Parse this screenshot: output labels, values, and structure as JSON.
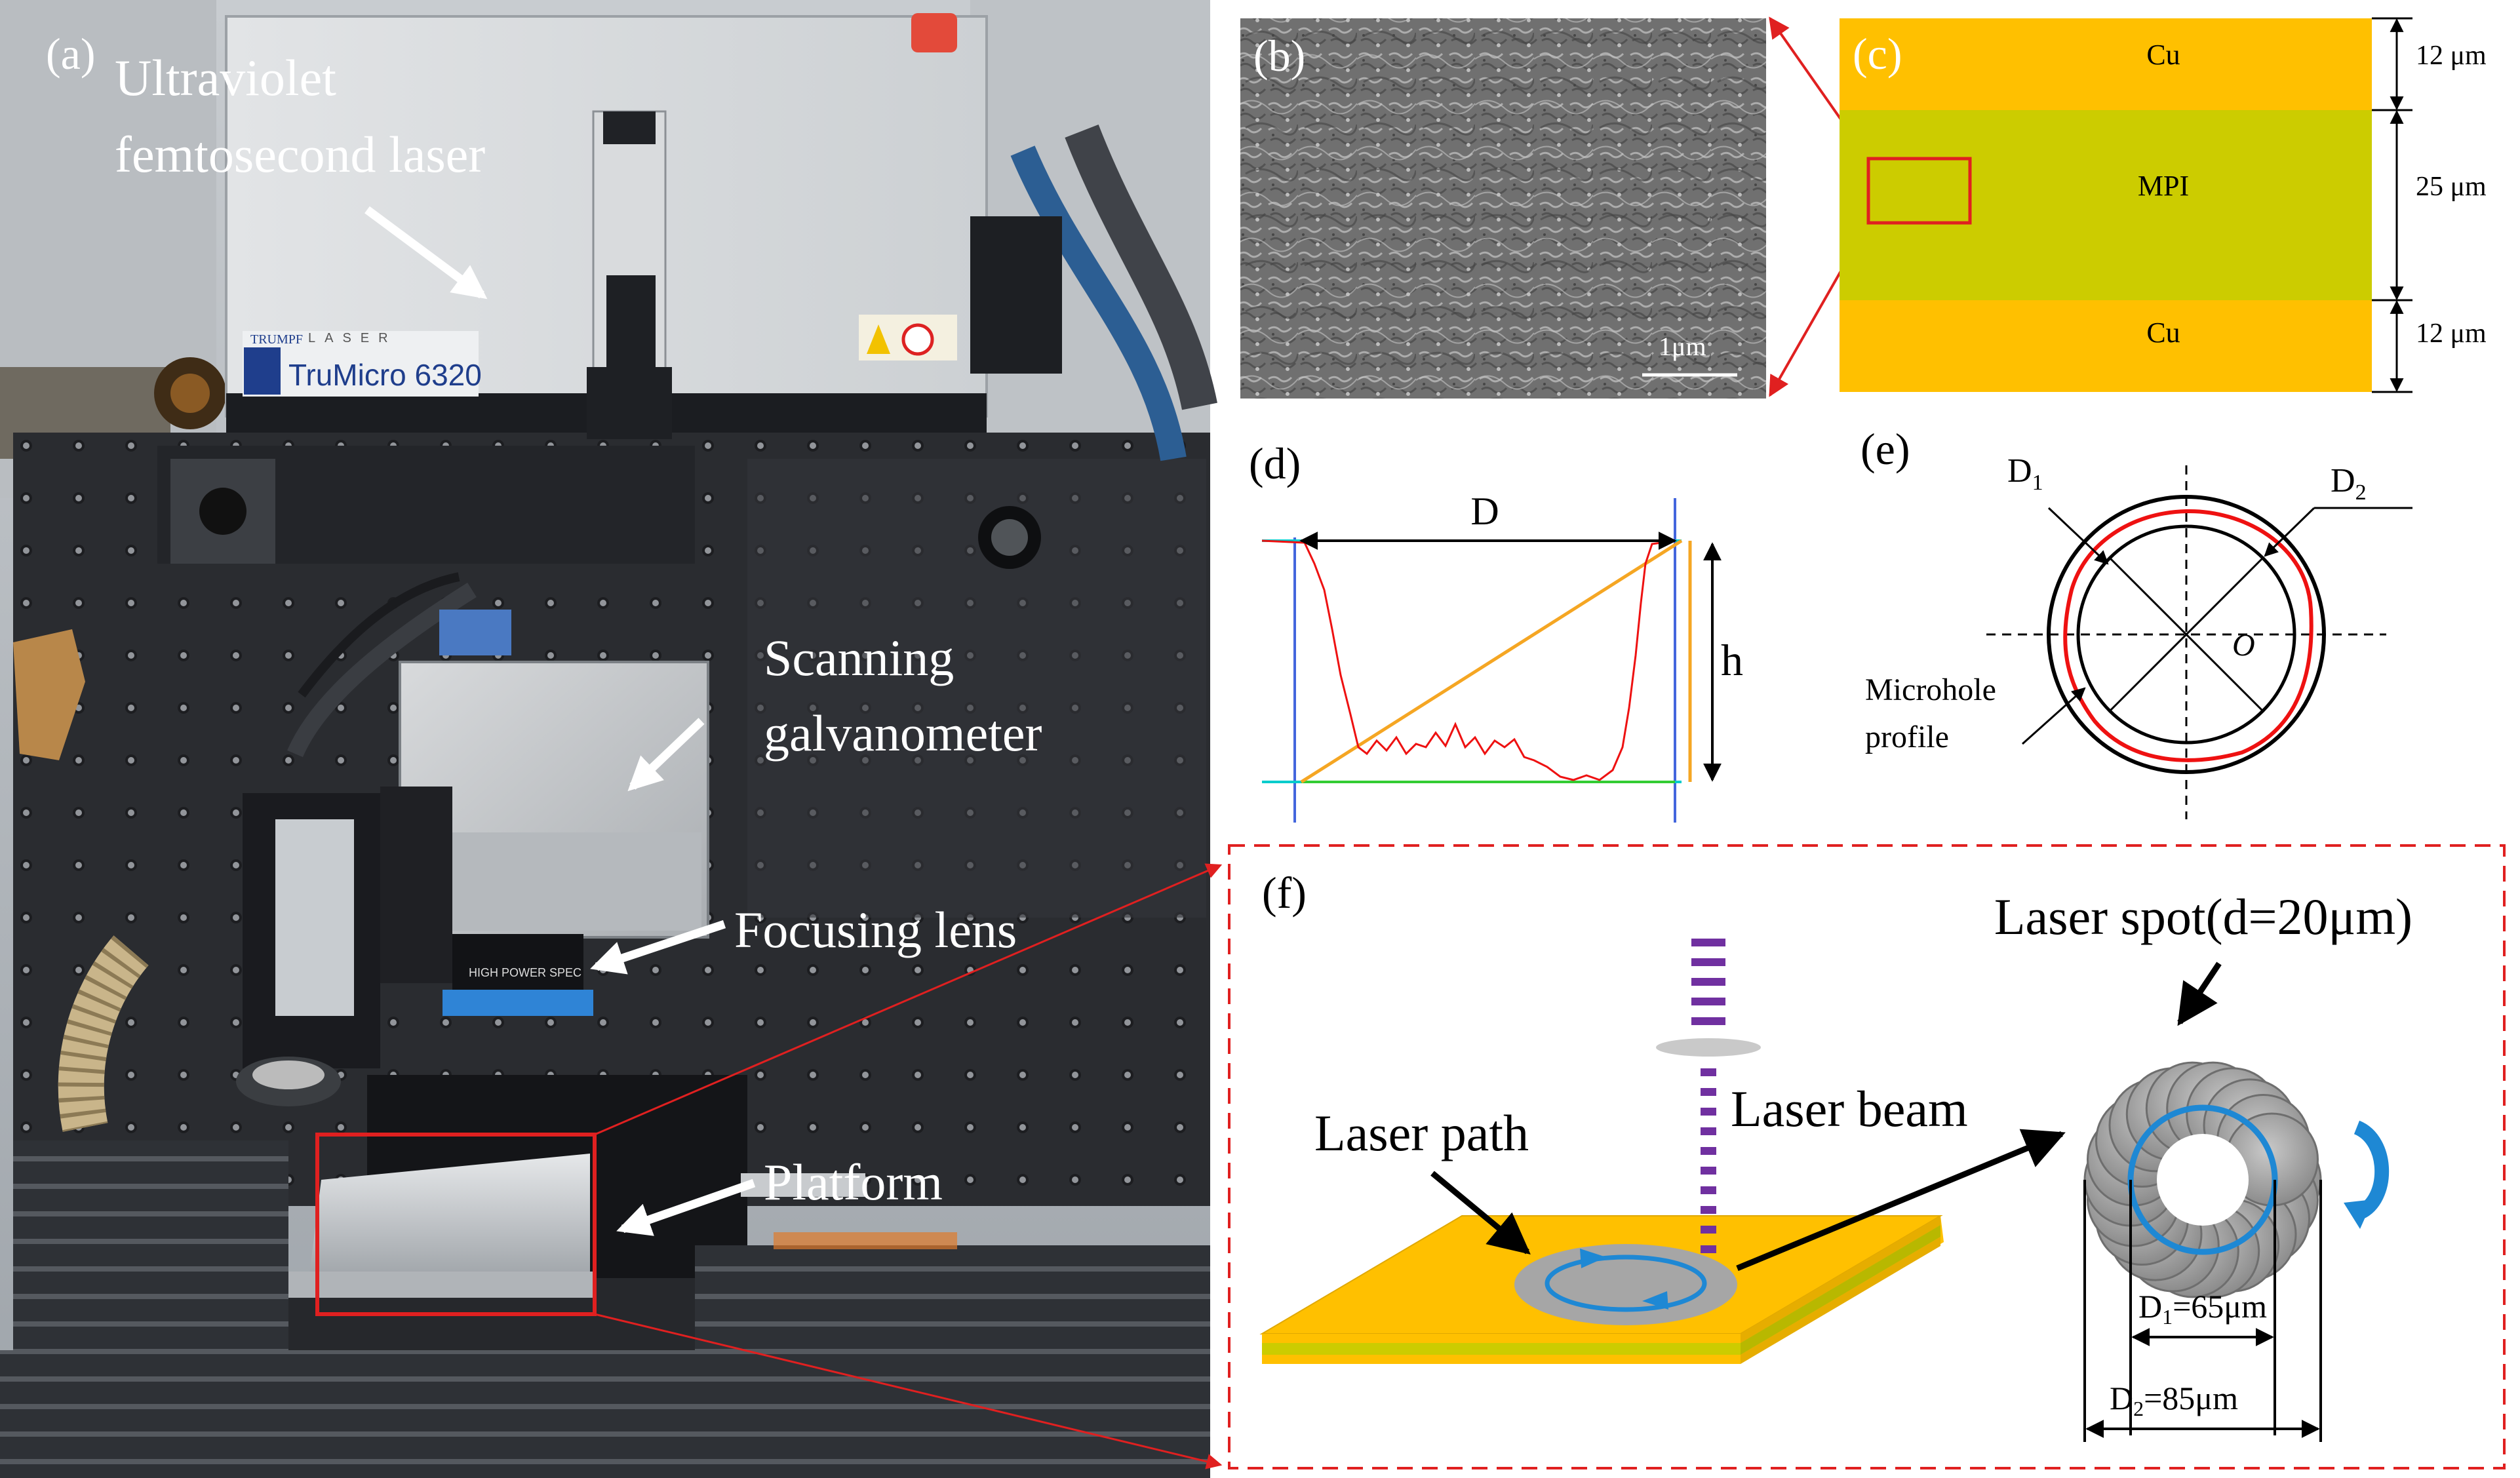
{
  "panels": {
    "a": {
      "label": "(a)",
      "laser_title_line1": "Ultraviolet",
      "laser_title_line2": "femtosecond laser",
      "brand_small": "TRUMPF",
      "brand_laser": "LASER",
      "brand_model": "TruMicro 6320",
      "galvo_line1": "Scanning",
      "galvo_line2": "galvanometer",
      "lens_label": "Focusing lens",
      "platform_label": "Platform",
      "lens_ring_text": "HIGH POWER SPEC"
    },
    "b": {
      "label": "(b)",
      "scale_bar": "1μm"
    },
    "c": {
      "label": "(c)",
      "layers": [
        {
          "name": "Cu",
          "thickness": "12 μm",
          "color": "#FFC000"
        },
        {
          "name": "MPI",
          "thickness": "25 μm",
          "color": "#CCCC00"
        },
        {
          "name": "Cu",
          "thickness": "12 μm",
          "color": "#FFC000"
        }
      ]
    },
    "d": {
      "label": "(d)",
      "diameter_symbol": "D",
      "depth_symbol": "h"
    },
    "e": {
      "label": "(e)",
      "d1_main": "D",
      "d1_sub": "1",
      "d2_main": "D",
      "d2_sub": "2",
      "center_label": "O",
      "profile_line1": "Microhole",
      "profile_line2": "profile"
    },
    "f": {
      "label": "(f)",
      "spot_label": "Laser spot(d=20μm)",
      "beam_label": "Laser beam",
      "path_label": "Laser path",
      "d1_main": "D",
      "d1_sub": "1",
      "d1_value": "=65μm",
      "d2_main": "D",
      "d2_sub": "2",
      "d2_value": "=85μm"
    }
  },
  "colors": {
    "cu": "#FFC000",
    "mpi": "#CCCC00",
    "outline_red": "#E02020",
    "profile_red": "#EE1111",
    "beam_purple": "#7030A0",
    "path_blue": "#1E88D4",
    "spot_gray": "#A6A6A6",
    "line_orange": "#F5A623",
    "line_cyan": "#00CCCC",
    "line_green": "#33CC33",
    "line_blue": "#4466DD"
  }
}
